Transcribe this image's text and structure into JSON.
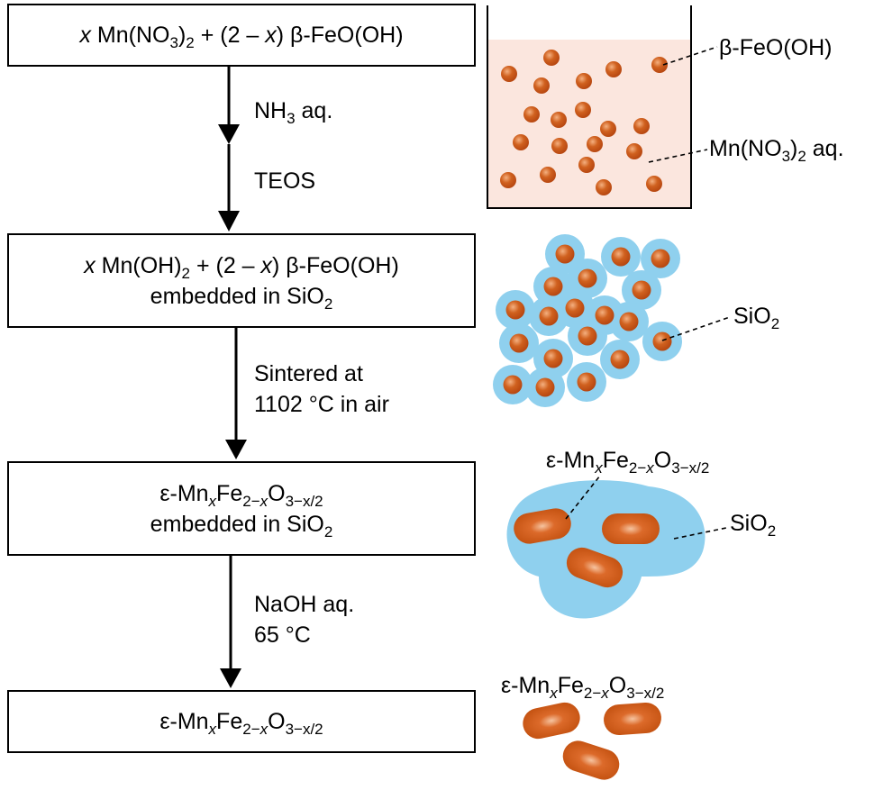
{
  "steps": [
    {
      "line1": [
        {
          "t": "x",
          "i": true
        },
        {
          "t": " Mn(NO"
        },
        {
          "t": "3",
          "sub": true
        },
        {
          "t": ")"
        },
        {
          "t": "2",
          "sub": true
        },
        {
          "t": " + (2 – "
        },
        {
          "t": "x",
          "i": true
        },
        {
          "t": ") β-FeO(OH)"
        }
      ]
    },
    {
      "line1": [
        {
          "t": "x",
          "i": true
        },
        {
          "t": " Mn(OH)"
        },
        {
          "t": "2",
          "sub": true
        },
        {
          "t": " + (2 – "
        },
        {
          "t": "x",
          "i": true
        },
        {
          "t": ") β-FeO(OH)"
        }
      ],
      "line2": [
        {
          "t": "embedded in SiO"
        },
        {
          "t": "2",
          "sub": true
        }
      ]
    },
    {
      "line1": [
        {
          "t": "ε-Mn"
        },
        {
          "t": "x",
          "sub": true,
          "i": true
        },
        {
          "t": "Fe"
        },
        {
          "t": "2−",
          "sub": true
        },
        {
          "t": "x",
          "sub": true,
          "i": true
        },
        {
          "t": "O"
        },
        {
          "t": "3−x/2",
          "sub": true
        }
      ],
      "line2": [
        {
          "t": "embedded in SiO"
        },
        {
          "t": "2",
          "sub": true
        }
      ]
    },
    {
      "line1": [
        {
          "t": "ε-Mn"
        },
        {
          "t": "x",
          "sub": true,
          "i": true
        },
        {
          "t": "Fe"
        },
        {
          "t": "2−",
          "sub": true
        },
        {
          "t": "x",
          "sub": true,
          "i": true
        },
        {
          "t": "O"
        },
        {
          "t": "3−x/2",
          "sub": true
        }
      ]
    }
  ],
  "conditions": [
    {
      "lines": [
        [
          {
            "t": "NH"
          },
          {
            "t": "3",
            "sub": true
          },
          {
            "t": " aq."
          }
        ]
      ]
    },
    {
      "lines": [
        [
          {
            "t": "TEOS"
          }
        ]
      ]
    },
    {
      "lines": [
        [
          {
            "t": "Sintered at"
          }
        ],
        [
          {
            "t": "1102 °C in air"
          }
        ]
      ]
    },
    {
      "lines": [
        [
          {
            "t": "NaOH aq."
          }
        ],
        [
          {
            "t": "65 °C"
          }
        ]
      ]
    }
  ],
  "labels": {
    "feooh": [
      {
        "t": "β-FeO(OH)"
      }
    ],
    "mnno3": [
      {
        "t": "Mn(NO"
      },
      {
        "t": "3",
        "sub": true
      },
      {
        "t": ")"
      },
      {
        "t": "2",
        "sub": true
      },
      {
        "t": " aq."
      }
    ],
    "sio2_a": [
      {
        "t": "SiO"
      },
      {
        "t": "2",
        "sub": true
      }
    ],
    "eps_top": [
      {
        "t": "ε-Mn"
      },
      {
        "t": "x",
        "sub": true,
        "i": true
      },
      {
        "t": "Fe"
      },
      {
        "t": "2−",
        "sub": true
      },
      {
        "t": "x",
        "sub": true,
        "i": true
      },
      {
        "t": "O"
      },
      {
        "t": "3−x/2",
        "sub": true
      }
    ],
    "sio2_b": [
      {
        "t": "SiO"
      },
      {
        "t": "2",
        "sub": true
      }
    ],
    "eps_bottom": [
      {
        "t": "ε-Mn"
      },
      {
        "t": "x",
        "sub": true,
        "i": true
      },
      {
        "t": "Fe"
      },
      {
        "t": "2−",
        "sub": true
      },
      {
        "t": "x",
        "sub": true,
        "i": true
      },
      {
        "t": "O"
      },
      {
        "t": "3−x/2",
        "sub": true
      }
    ]
  },
  "colors": {
    "particle": "#c8541a",
    "particle_highlight": "#f0a070",
    "silica": "#8fd0ee",
    "beaker_fill": "#fbe7df"
  }
}
